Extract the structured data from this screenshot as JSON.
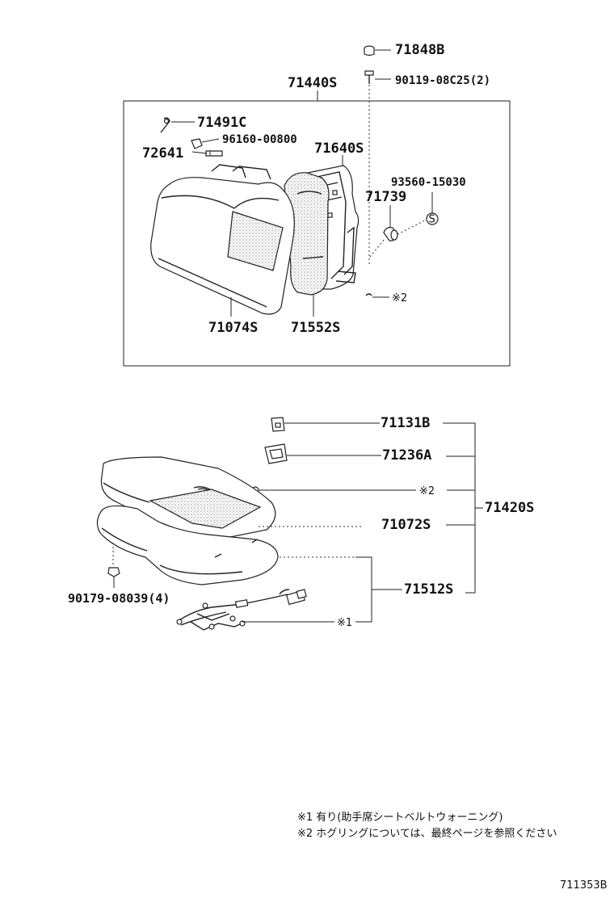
{
  "parts": {
    "p71848B": "71848B",
    "p90119": "90119-08C25(2)",
    "p71440S": "71440S",
    "p71491C": "71491C",
    "p96160": "96160-00800",
    "p72641": "72641",
    "p71640S": "71640S",
    "p93560": "93560-15030",
    "p71739": "71739",
    "ref2_top": "※2",
    "p71074S": "71074S",
    "p71552S": "71552S",
    "p71131B": "71131B",
    "p71236A": "71236A",
    "ref2_bottom": "※2",
    "p71420S": "71420S",
    "p71072S": "71072S",
    "p90179": "90179-08039(4)",
    "p71512S": "71512S",
    "ref1": "※1"
  },
  "notes": {
    "note1": "※1  有り(助手席シートベルトウォーニング)",
    "note2": "※2  ホグリングについては、最終ページを参照ください"
  },
  "diagram_id": "711353B",
  "bolt_symbol": "S"
}
